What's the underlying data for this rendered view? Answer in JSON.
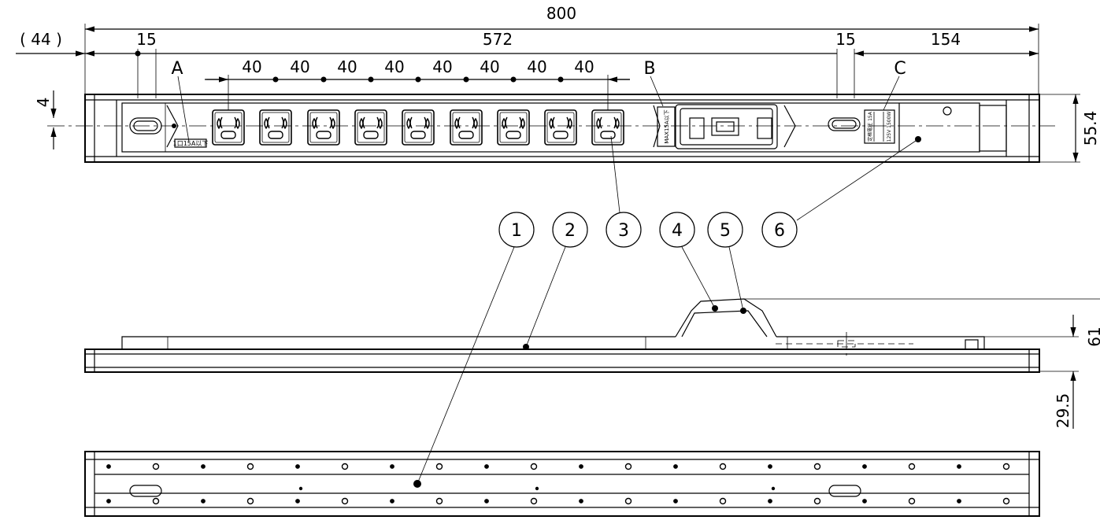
{
  "dimensions": {
    "overall": "800",
    "offset": "( 44 )",
    "left_margin": "15",
    "pitch_span": "572",
    "right_margin": "15",
    "right_section": "154",
    "pitch": [
      "40",
      "40",
      "40",
      "40",
      "40",
      "40",
      "40",
      "40"
    ],
    "offset_small": "4",
    "height_top": "55.4",
    "height_side": "61",
    "height_base": "29.5"
  },
  "callouts": {
    "letters": [
      "A",
      "B",
      "C"
    ],
    "balloons": [
      "1",
      "2",
      "3",
      "4",
      "5",
      "6"
    ]
  },
  "labels": {
    "rating_plate": "1口15A以下",
    "label_b": "MAX15A以下",
    "label_c": "定格電圧 15A",
    "label_c2": "125V 1500W"
  }
}
